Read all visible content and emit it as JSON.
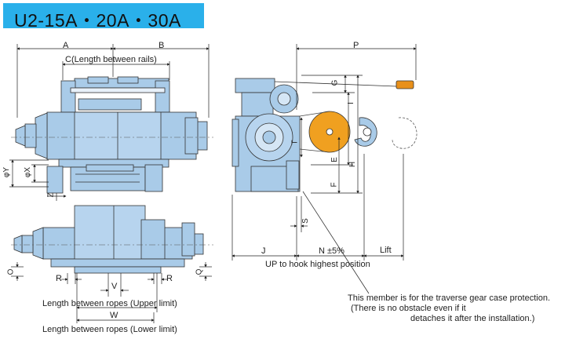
{
  "title": "U2-15A・20A・30A",
  "dims": {
    "A": "A",
    "B": "B",
    "C": "C",
    "C_caption": "(Length between rails)",
    "phiY": "φY",
    "phiX": "φX",
    "Z": "Z",
    "O": "O",
    "R": "R",
    "V": "V",
    "W": "W",
    "Q": "Q",
    "P": "P",
    "G": "G",
    "I": "I",
    "T": "T",
    "E": "E",
    "H": "H",
    "F": "F",
    "S": "S",
    "J": "J",
    "N": "N ±5%",
    "Lift": "Lift"
  },
  "captions": {
    "up_to_hook": "UP to hook highest position",
    "ropes_upper": "Length between ropes (Upper limit)",
    "ropes_lower": "Length between ropes (Lower limit)"
  },
  "note": {
    "line1": "This member is for the traverse gear case protection.",
    "line2": "(There is no obstacle even if it",
    "line3": "detaches it after the installation.)"
  },
  "colors": {
    "title_bar": "#2ab0ea",
    "hoist_body": "#a9cbe8",
    "hook_block": "#f0a020",
    "rope_weight": "#e8901a",
    "line": "#222222"
  }
}
